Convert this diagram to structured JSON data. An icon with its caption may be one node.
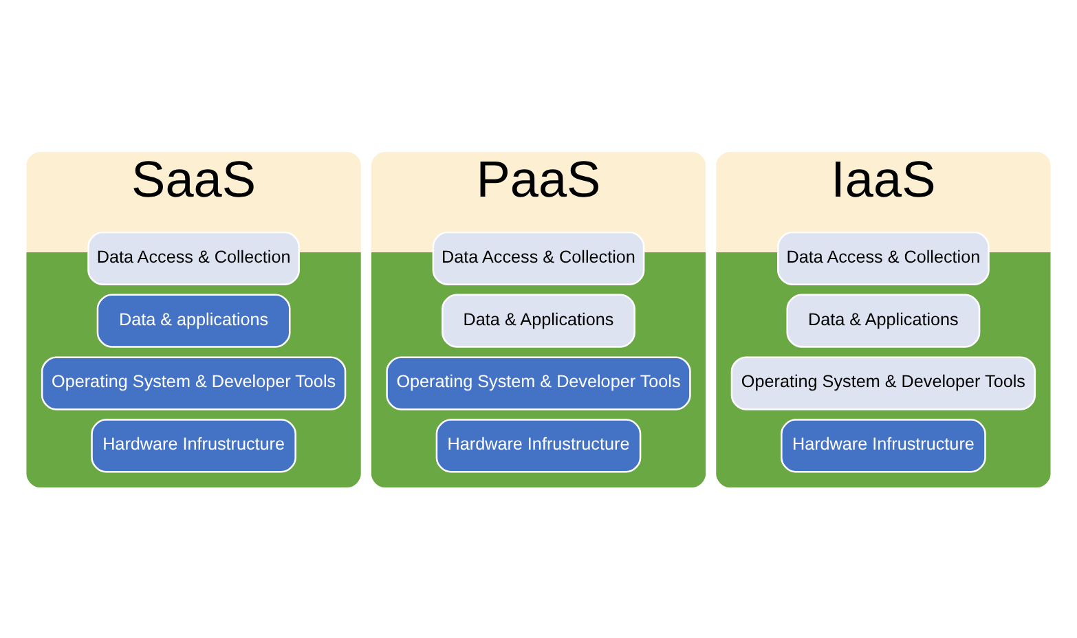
{
  "diagram": {
    "nodes": [
      {
        "text": [
          "SaaS"
        ]
      },
      {
        "text": [
          "Data Access & Collection"
        ],
        "in": 0
      },
      {
        "text": [
          "Data & applications"
        ],
        "in": 0
      },
      {
        "text": [
          "Operating System & Developer Tools"
        ],
        "in": 0
      },
      {
        "text": [
          "Hardware Infrustructure"
        ],
        "in": 0
      },
      {
        "text": [
          "PaaS"
        ]
      },
      {
        "text": [
          "Data Access & Collection"
        ],
        "in": 5
      },
      {
        "text": [
          "Data & Applications"
        ],
        "in": 5
      },
      {
        "text": [
          "Operating System & Developer Tools"
        ],
        "in": 5
      },
      {
        "text": [
          "Hardware Infrustructure"
        ],
        "in": 5
      },
      {
        "text": [
          "IaaS"
        ]
      },
      {
        "text": [
          "Data Access & Collection"
        ],
        "in": 10
      },
      {
        "text": [
          "Data & Applications"
        ],
        "in": 10
      },
      {
        "text": [
          "Operating System & Developer Tools"
        ],
        "in": 10
      },
      {
        "text": [
          "Hardware Infrustructure"
        ],
        "in": 10
      }
    ]
  }
}
